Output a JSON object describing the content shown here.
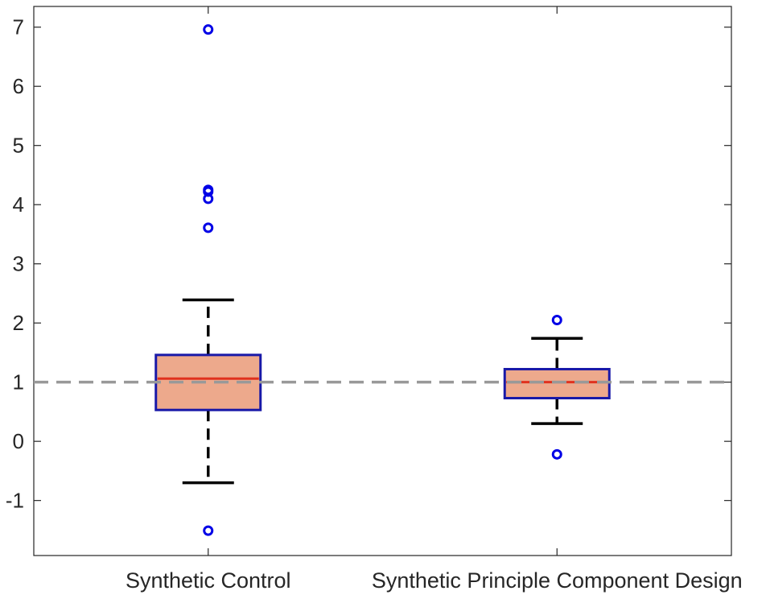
{
  "chart_data": {
    "type": "box",
    "title": "",
    "xlabel": "",
    "ylabel": "",
    "ylim": [
      -1.93,
      7.35
    ],
    "y_ticks": [
      7,
      6,
      5,
      4,
      3,
      2,
      1,
      0,
      -1
    ],
    "y_tick_labels": [
      "7",
      "6",
      "5",
      "4",
      "3",
      "2",
      "1",
      "0",
      "-1"
    ],
    "categories": [
      "Synthetic Control",
      "Synthetic Principle Component Design"
    ],
    "boxes": [
      {
        "q1": 0.53,
        "median": 1.06,
        "q3": 1.46,
        "whisker_low": -0.7,
        "whisker_high": 2.39,
        "outliers": [
          6.96,
          4.25,
          4.22,
          4.1,
          3.61,
          -1.51
        ]
      },
      {
        "q1": 0.73,
        "median": 1.0,
        "q3": 1.22,
        "whisker_low": 0.3,
        "whisker_high": 1.74,
        "outliers": [
          2.05,
          -0.22
        ]
      }
    ],
    "reference_line": {
      "y": 1.0,
      "style": "dashed"
    },
    "grid": false,
    "legend": "none",
    "colors": {
      "box_fill": "#eda98c",
      "box_edge": "#1919a8",
      "median": "#e0321e",
      "whisker": "#000000",
      "outlier": "#0000e6",
      "reference_line": "#999999",
      "axis": "#262626"
    }
  }
}
